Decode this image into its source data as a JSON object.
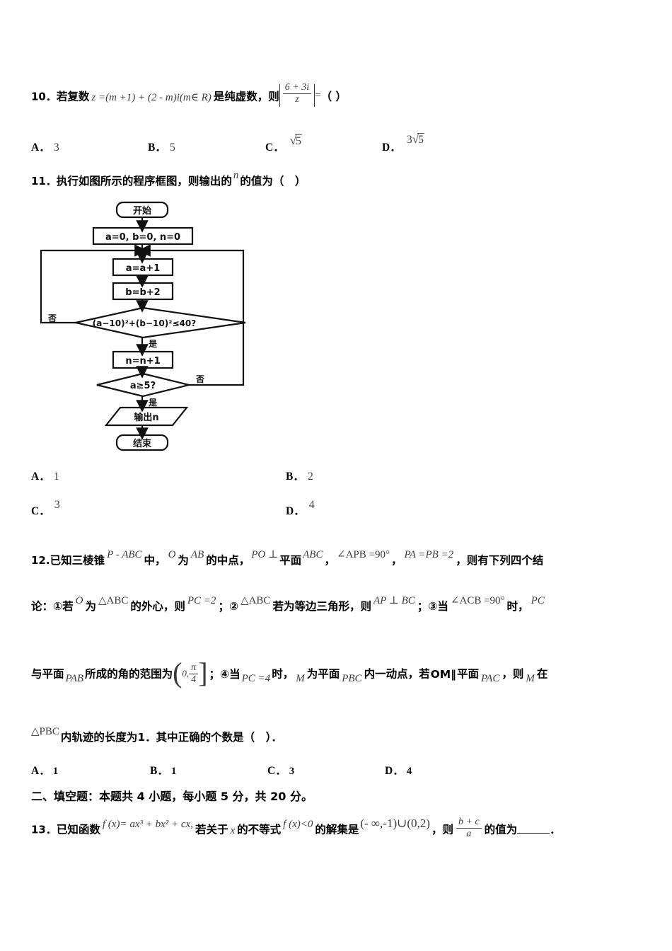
{
  "document": {
    "type": "chinese-math-exam-page",
    "questions": [
      {
        "id": "q10",
        "number": "10．",
        "stem_before": "若复数",
        "expr1": "z =(m +1) + (2 -  m)i(m∈ R)",
        "stem_mid": "是纯虚数，则",
        "frac_num": "6 + 3i",
        "frac_den": "z",
        "equals": "=",
        "paren": "（   ）",
        "options": [
          {
            "letter": "A．",
            "value": "3"
          },
          {
            "letter": "B．",
            "value": "5"
          },
          {
            "letter": "C．",
            "value": "√5"
          },
          {
            "letter": "D．",
            "value": "3√5"
          }
        ]
      },
      {
        "id": "q11",
        "number": "11．",
        "stem_a": "执行如图所示的程序框图，则输出的",
        "var": "n",
        "stem_b": "的值为（　）",
        "flowchart": {
          "start": "开始",
          "init": "a=0, b=0, n=0",
          "step1": "a=a+1",
          "step2": "b=b+2",
          "cond1": "(a−10)²+(b−10)²≤40?",
          "cond1_no": "否",
          "cond1_yes": "是",
          "step3": "n=n+1",
          "cond2": "a≥5?",
          "cond2_no": "否",
          "cond2_yes": "是",
          "output": "输出n",
          "end": "结束"
        },
        "options": [
          {
            "letter": "A．",
            "value": "1"
          },
          {
            "letter": "B．",
            "value": "2"
          },
          {
            "letter": "C．",
            "value": "3"
          },
          {
            "letter": "D．",
            "value": "4"
          }
        ]
      },
      {
        "id": "q12",
        "number": "12.",
        "l1": {
          "t1": "已知三棱锥",
          "m1": "P - ABC",
          "t2": "中，",
          "m2": "O",
          "t3": "为",
          "m3": "AB",
          "t4": "的中点，",
          "m4": "PO ⊥",
          "t5": "平面",
          "m5": "ABC",
          "t6": "，",
          "m6": "∠APB =90°",
          "t7": "，",
          "m7": "PA =PB =2",
          "t8": "，则有下列四个结"
        },
        "l2": {
          "t1": "论：①若",
          "m1": "O",
          "t2": "为",
          "m2": "△ABC",
          "t3": "的外心，则",
          "m3": "PC =2",
          "t4": "；②",
          "m4": "△ABC",
          "t5": "若为等边三角形，则",
          "m5": "AP ⊥ BC",
          "t6": "；③当",
          "m6": "∠ACB =90°",
          "t7": "时，",
          "m7": "PC"
        },
        "l3": {
          "t1": "与平面",
          "m1": "PAB",
          "t2": "所成的角的范围为",
          "interval_num": "π",
          "interval_den": "4",
          "interval_zero": "0,",
          "t3": "；④当",
          "m2": "PC =4",
          "t4": "时，",
          "m3": "M",
          "t5": "为平面",
          "m4": "PBC",
          "t6": "内一动点，若",
          "m5": "OM‖",
          "t7": "平面",
          "m6": "PAC",
          "t8": "，则",
          "m7": "M",
          "t9": "在"
        },
        "l4": {
          "m1": "△PBC",
          "t1": "内轨迹的长度为1．其中正确的个数是（　）．"
        },
        "options": [
          {
            "letter": "A．",
            "value": "1"
          },
          {
            "letter": "B．",
            "value": "1"
          },
          {
            "letter": "C．",
            "value": "3"
          },
          {
            "letter": "D．",
            "value": "4"
          }
        ]
      }
    ],
    "section_header": "二、填空题：本题共 4 小题，每小题 5 分，共 20 分。",
    "q13": {
      "number": "13．",
      "t1": "已知函数",
      "m1": "f (x)= ax³ + bx² + cx,",
      "t2": "若关于",
      "m2": "x",
      "t3": "的不等式",
      "m3": "f (x)<0",
      "t4": "的解集是",
      "m4": "(- ∞,-1)∪(0,2)",
      "t5": "，则",
      "frac_num": "b + c",
      "frac_den": "a",
      "t6": "的值为",
      "t7": "．"
    }
  }
}
